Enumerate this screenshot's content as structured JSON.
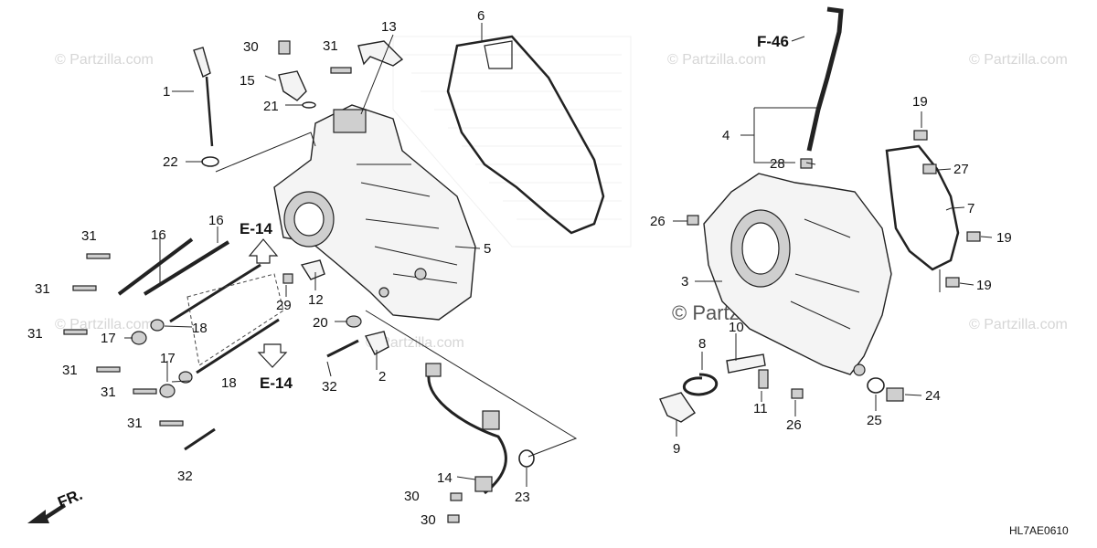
{
  "diagram": {
    "watermark": "© Partzilla.com",
    "center_watermark": "© Partzilla.com",
    "drawing_code": "HL7AE0610",
    "front_label": "FR.",
    "refs": {
      "e14_top": "E-14",
      "e14_bottom": "E-14",
      "f46": "F-46"
    },
    "callouts": {
      "c1": "1",
      "c2": "2",
      "c3": "3",
      "c4": "4",
      "c5": "5",
      "c6": "6",
      "c7": "7",
      "c8": "8",
      "c9": "9",
      "c10": "10",
      "c11": "11",
      "c12": "12",
      "c13": "13",
      "c14": "14",
      "c15": "15",
      "c16a": "16",
      "c16b": "16",
      "c17a": "17",
      "c17b": "17",
      "c18a": "18",
      "c18b": "18",
      "c19a": "19",
      "c19b": "19",
      "c19c": "19",
      "c20": "20",
      "c21": "21",
      "c22": "22",
      "c23": "23",
      "c24": "24",
      "c25": "25",
      "c26a": "26",
      "c26b": "26",
      "c27": "27",
      "c28": "28",
      "c29": "29",
      "c30a": "30",
      "c30b": "30",
      "c30c": "30",
      "c31a": "31",
      "c31b": "31",
      "c31c": "31",
      "c31d": "31",
      "c31e": "31",
      "c31f": "31",
      "c32a": "32",
      "c32b": "32"
    }
  }
}
